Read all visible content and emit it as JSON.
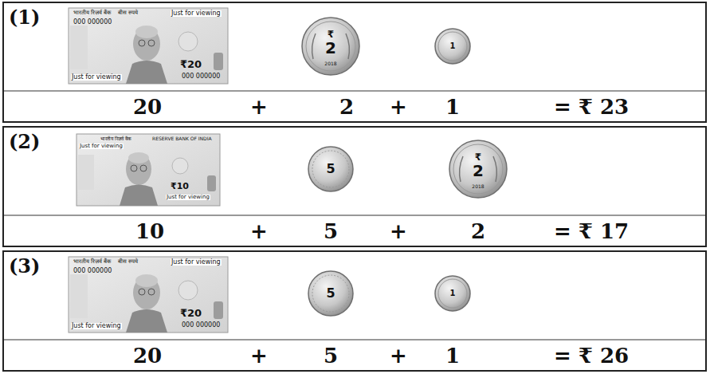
{
  "diagram": {
    "nodes": [
      {
        "text": [
          "(1)",
          "20",
          "+",
          "2",
          "+",
          "1",
          "= ₹ 23"
        ]
      },
      {
        "text": [
          "भारतीय रिज़र्व बैंक",
          "बीस रुपये",
          "Just for viewing",
          "000 000000",
          "₹20",
          "Just for viewing",
          "000 000000"
        ],
        "in": 0
      },
      {
        "text": [
          "₹",
          "2",
          "2018"
        ],
        "in": 0
      },
      {
        "text": [
          "1"
        ],
        "in": 0
      },
      {
        "text": [
          "(2)",
          "10",
          "+",
          "5",
          "+",
          "2",
          "= ₹ 17"
        ]
      },
      {
        "text": [
          "भारतीय रिज़र्व बैंक",
          "RESERVE BANK OF INDIA",
          "Just for viewing",
          "₹10",
          "Just for viewing"
        ],
        "in": 4
      },
      {
        "text": [
          "5"
        ],
        "in": 4
      },
      {
        "text": [
          "₹",
          "2",
          "2018"
        ],
        "in": 4
      },
      {
        "text": [
          "(3)",
          "20",
          "+",
          "5",
          "+",
          "1",
          "= ₹ 26"
        ]
      },
      {
        "text": [
          "भारतीय रिज़र्व बैंक",
          "बीस रुपये",
          "Just for viewing",
          "000 000000",
          "₹20",
          "Just for viewing",
          "000 000000"
        ],
        "in": 8
      },
      {
        "text": [
          "5"
        ],
        "in": 8
      },
      {
        "text": [
          "1"
        ],
        "in": 8
      }
    ]
  }
}
